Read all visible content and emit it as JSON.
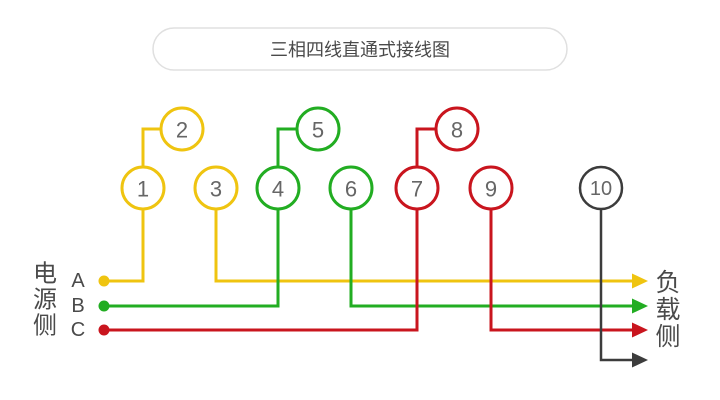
{
  "title": "三相四线直通式接线图",
  "terminals": {
    "labels": [
      "1",
      "2",
      "3",
      "4",
      "5",
      "6",
      "7",
      "8",
      "9",
      "10"
    ]
  },
  "source_side": {
    "label_chars": [
      "电",
      "源",
      "侧"
    ],
    "phase_labels": [
      "A",
      "B",
      "C"
    ]
  },
  "load_side": {
    "label_chars": [
      "负",
      "载",
      "侧"
    ]
  },
  "colors": {
    "phase_a": "#EFC410",
    "phase_b": "#22AD22",
    "phase_c": "#C9151E",
    "neutral": "#3C3C3C",
    "terminal_number": "#666666",
    "label_text": "#4A4A4A",
    "pill_border": "#E0E0E0",
    "title_text": "#4A4A4A"
  }
}
